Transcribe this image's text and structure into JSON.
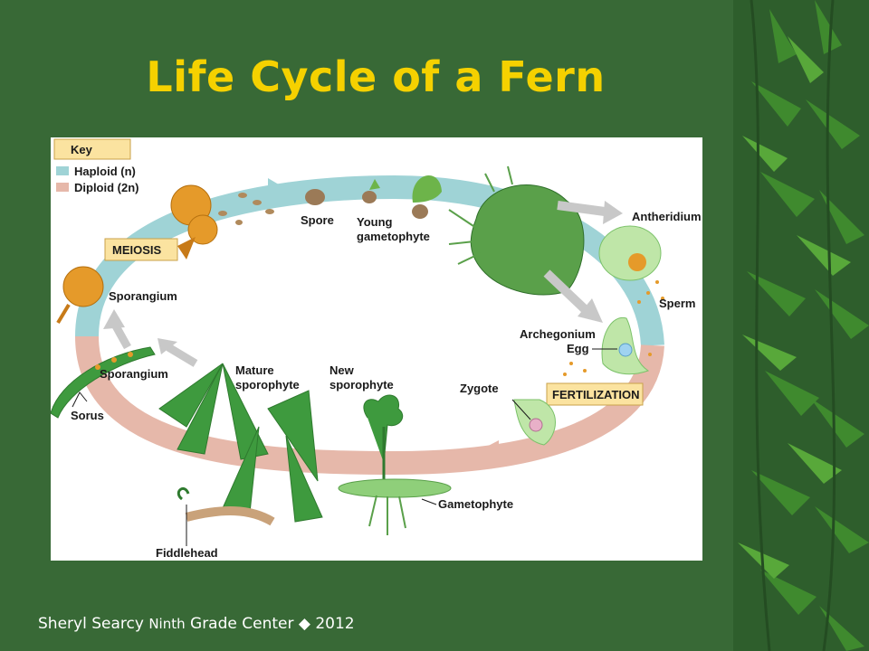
{
  "title": "Life Cycle of a Fern",
  "key": {
    "heading": "Key",
    "haploid": "Haploid (n)",
    "diploid": "Diploid (2n)"
  },
  "colors": {
    "background": "#386936",
    "title": "#f5d100",
    "haploid": "#9fd3d6",
    "diploid": "#e6b8aa",
    "phase_box": "#fbe3a0"
  },
  "stages": {
    "meiosis": "MEIOSIS",
    "fertilization": "FERTILIZATION"
  },
  "labels": {
    "spore": "Spore",
    "young_gametophyte_1": "Young",
    "young_gametophyte_2": "gametophyte",
    "antheridium": "Antheridium",
    "sperm": "Sperm",
    "archegonium": "Archegonium",
    "egg": "Egg",
    "zygote": "Zygote",
    "new_sporophyte_1": "New",
    "new_sporophyte_2": "sporophyte",
    "gametophyte": "Gametophyte",
    "mature_sporophyte_1": "Mature",
    "mature_sporophyte_2": "sporophyte",
    "fiddlehead": "Fiddlehead",
    "sporangium_upper": "Sporangium",
    "sporangium_lower": "Sporangium",
    "sorus": "Sorus"
  },
  "footer": {
    "author": "Sheryl Searcy",
    "school": "Ninth",
    "school_rest": "Grade Center",
    "separator": "◆",
    "year": "2012"
  }
}
